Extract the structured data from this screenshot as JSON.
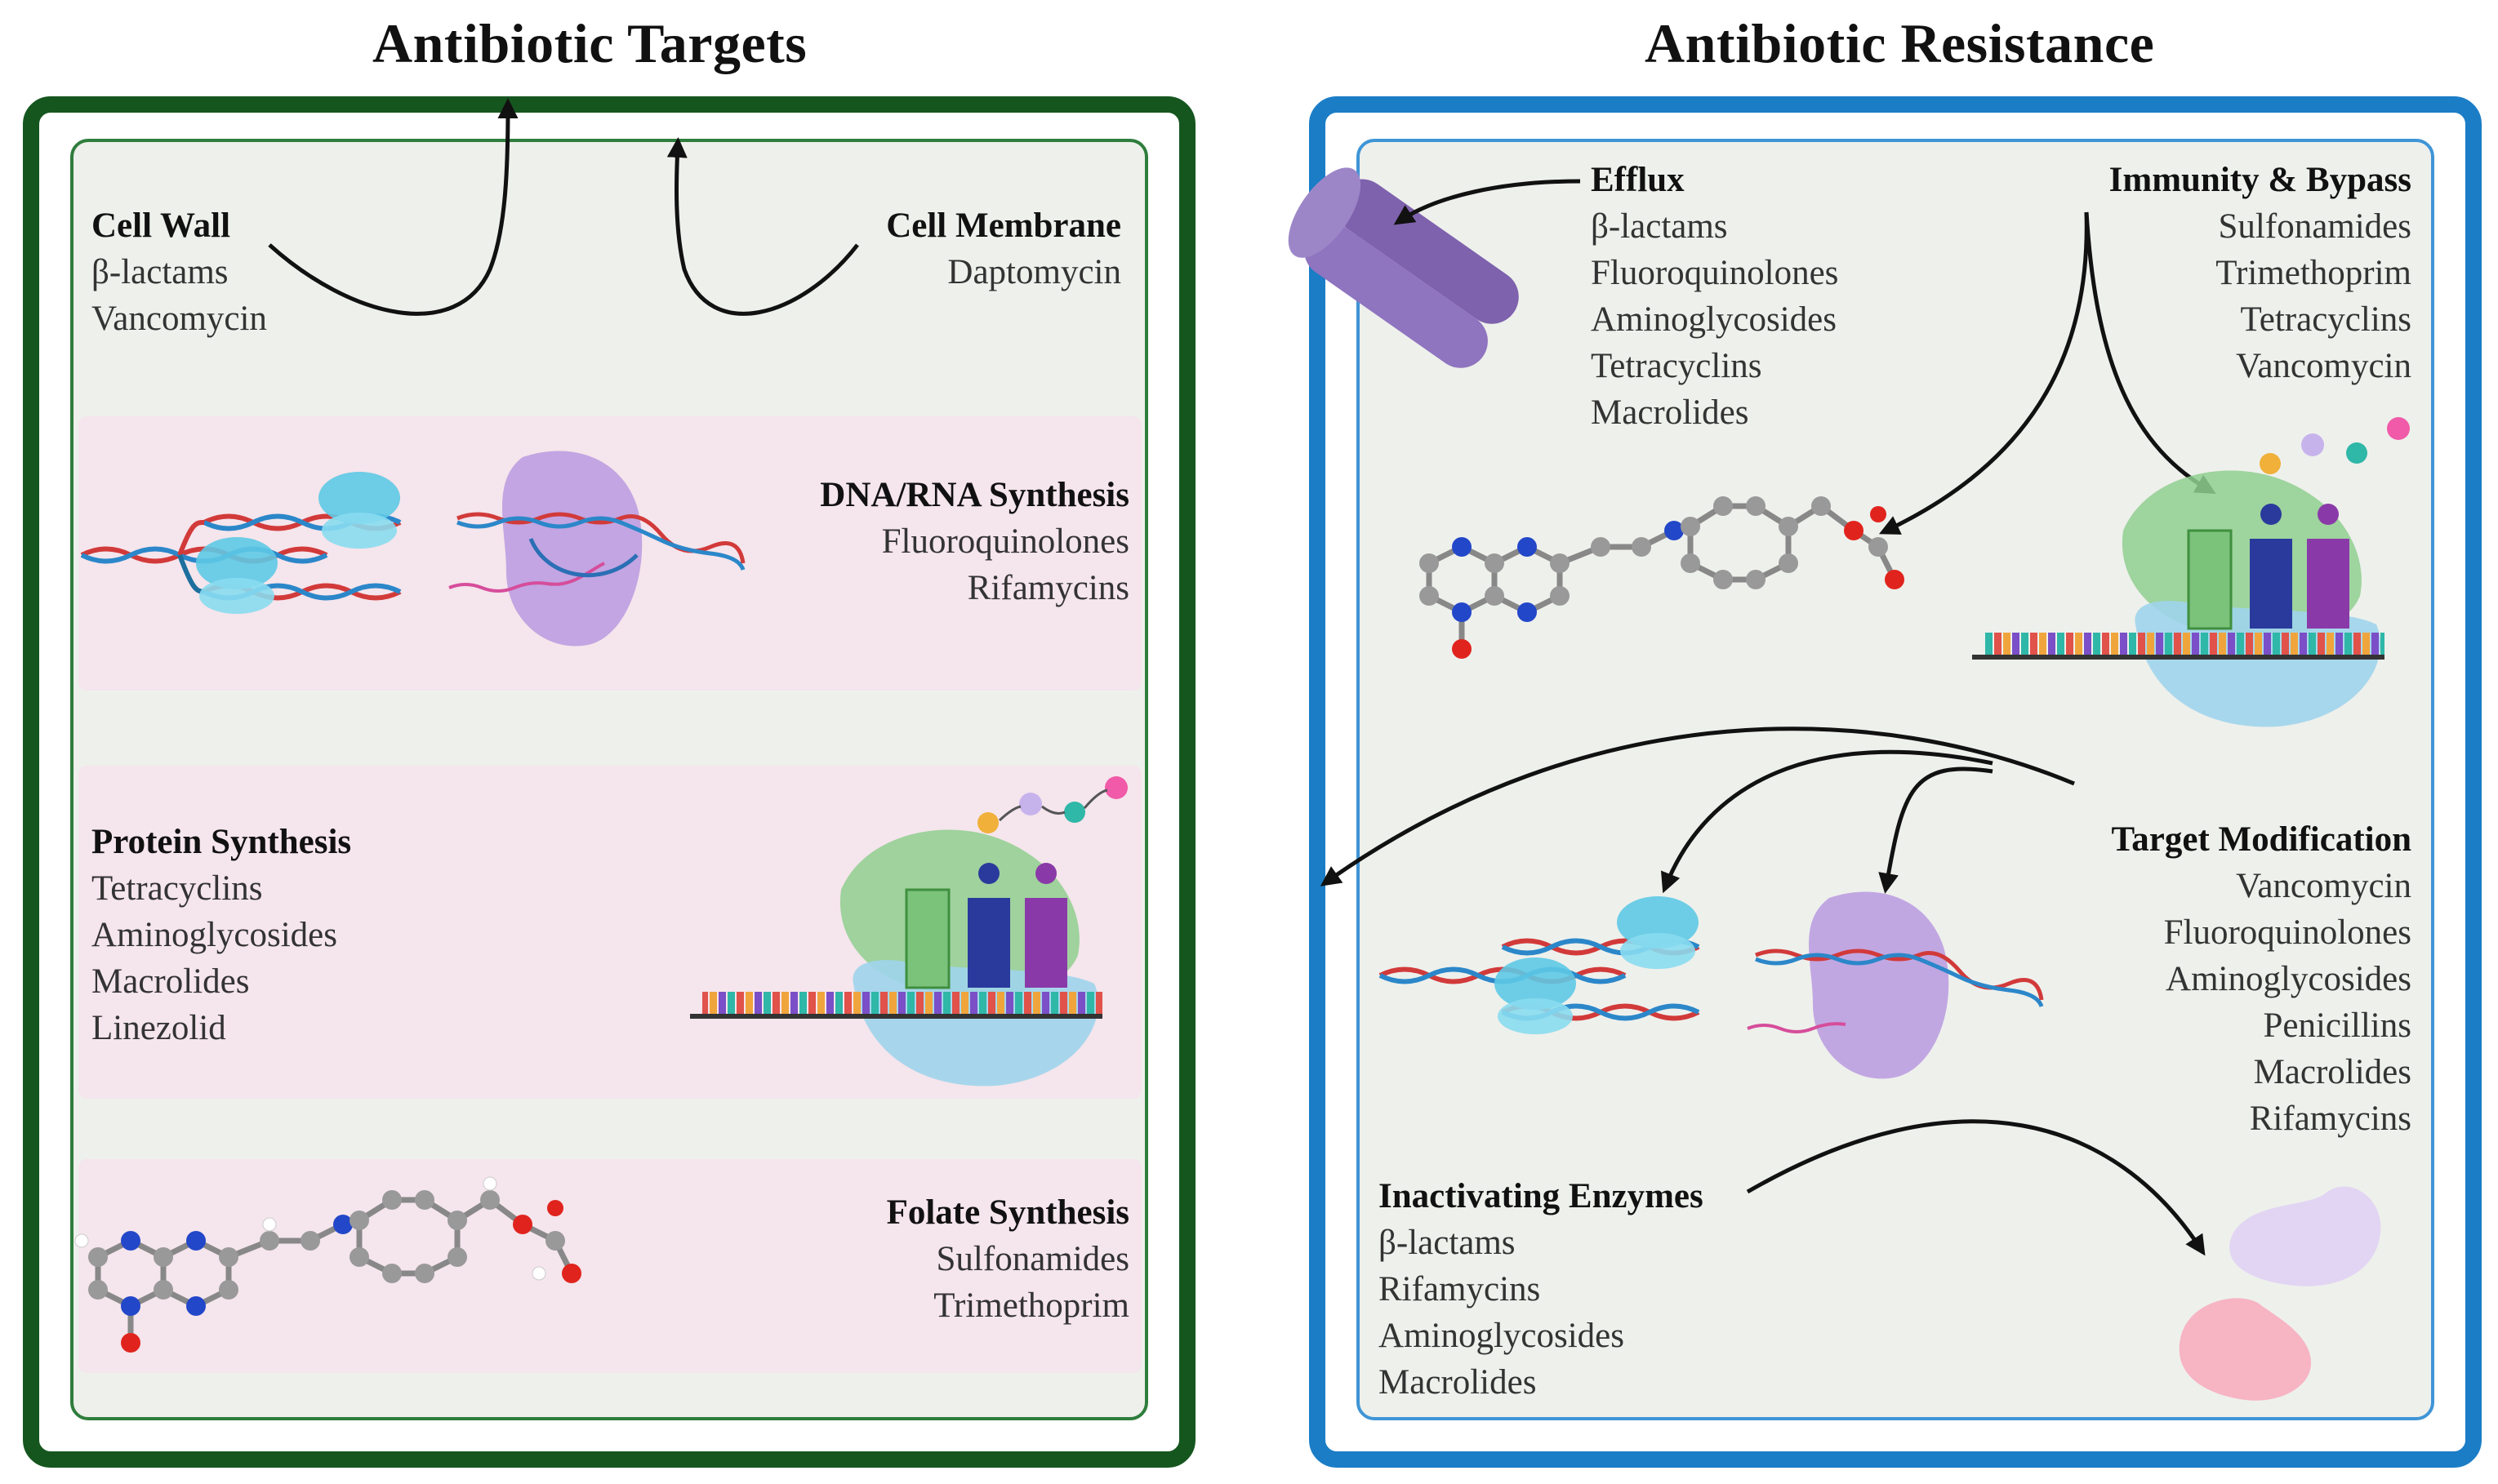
{
  "titles": {
    "left": "Antibiotic Targets",
    "right": "Antibiotic Resistance"
  },
  "colors": {
    "targets_border": "#15561f",
    "resistance_border": "#1b7dc6",
    "band": "#f5e5ec",
    "panel_fill": "#eef0ec",
    "efflux_pump": "#7e62ad"
  },
  "targets": {
    "cell_wall": {
      "heading": "Cell Wall",
      "items": [
        "β-lactams",
        "Vancomycin"
      ]
    },
    "cell_membrane": {
      "heading": "Cell Membrane",
      "items": [
        "Daptomycin"
      ]
    },
    "dna_rna": {
      "heading": "DNA/RNA Synthesis",
      "items": [
        "Fluoroquinolones",
        "Rifamycins"
      ]
    },
    "protein": {
      "heading": "Protein Synthesis",
      "items": [
        "Tetracyclins",
        "Aminoglycosides",
        "Macrolides",
        "Linezolid"
      ]
    },
    "folate": {
      "heading": "Folate Synthesis",
      "items": [
        "Sulfonamides",
        "Trimethoprim"
      ]
    }
  },
  "resistance": {
    "efflux": {
      "heading": "Efflux",
      "items": [
        "β-lactams",
        "Fluoroquinolones",
        "Aminoglycosides",
        "Tetracyclins",
        "Macrolides"
      ]
    },
    "immunity": {
      "heading": "Immunity & Bypass",
      "items": [
        "Sulfonamides",
        "Trimethoprim",
        "Tetracyclins",
        "Vancomycin"
      ]
    },
    "target_mod": {
      "heading": "Target Modification",
      "items": [
        "Vancomycin",
        "Fluoroquinolones",
        "Aminoglycosides",
        "Penicillins",
        "Macrolides",
        "Rifamycins"
      ]
    },
    "inactivating": {
      "heading": "Inactivating Enzymes",
      "items": [
        "β-lactams",
        "Rifamycins",
        "Aminoglycosides",
        "Macrolides"
      ]
    }
  }
}
